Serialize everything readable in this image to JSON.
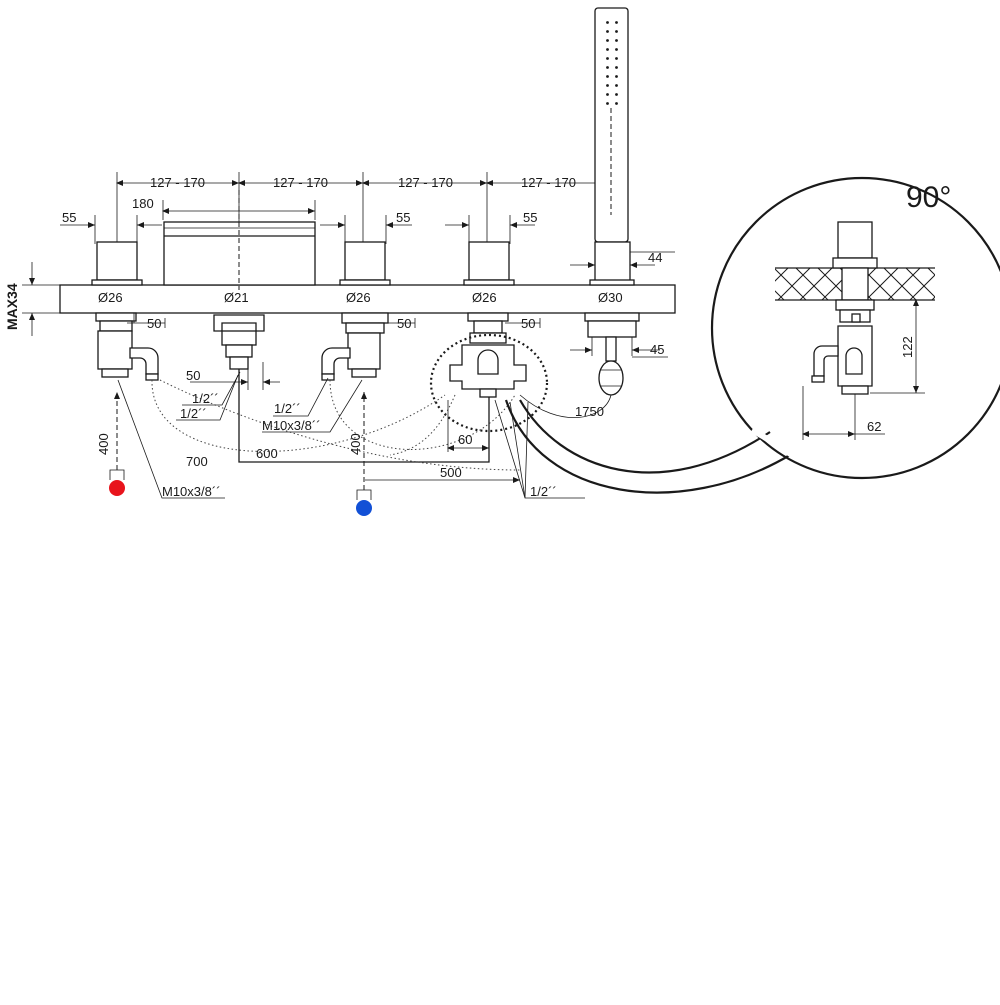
{
  "dimensions": {
    "spacing_1": "127 - 170",
    "spacing_2": "127 - 170",
    "spacing_3": "127 - 170",
    "spacing_4": "127 - 170",
    "width_spout": "180",
    "width_handle_1": "55",
    "width_handle_2": "55",
    "width_handle_3": "55",
    "width_shower_holder": "44",
    "max_deck": "MAX34",
    "hole_1": "Ø26",
    "hole_spout": "Ø21",
    "hole_2": "Ø26",
    "hole_3": "Ø26",
    "hole_shower": "Ø30",
    "below_1": "50",
    "below_2": "50",
    "below_3": "50",
    "below_spout": "50",
    "below_shower": "45",
    "hose_1750": "1750",
    "offset_60": "60",
    "length_600": "600",
    "length_700": "700",
    "length_500": "500",
    "inlet_hot_len": "400",
    "inlet_cold_len": "400",
    "thread_half_1": "1/2´´",
    "thread_half_1b": "1/2´´",
    "thread_half_2": "1/2´´",
    "thread_m10_1": "M10x3/8´´",
    "thread_m10_2": "M10x3/8´´",
    "thread_half_3": "1/2´´"
  },
  "detail": {
    "angle": "90°",
    "height": "122",
    "offset": "62"
  },
  "colors": {
    "hot": "#e8141c",
    "cold": "#1250d6"
  }
}
